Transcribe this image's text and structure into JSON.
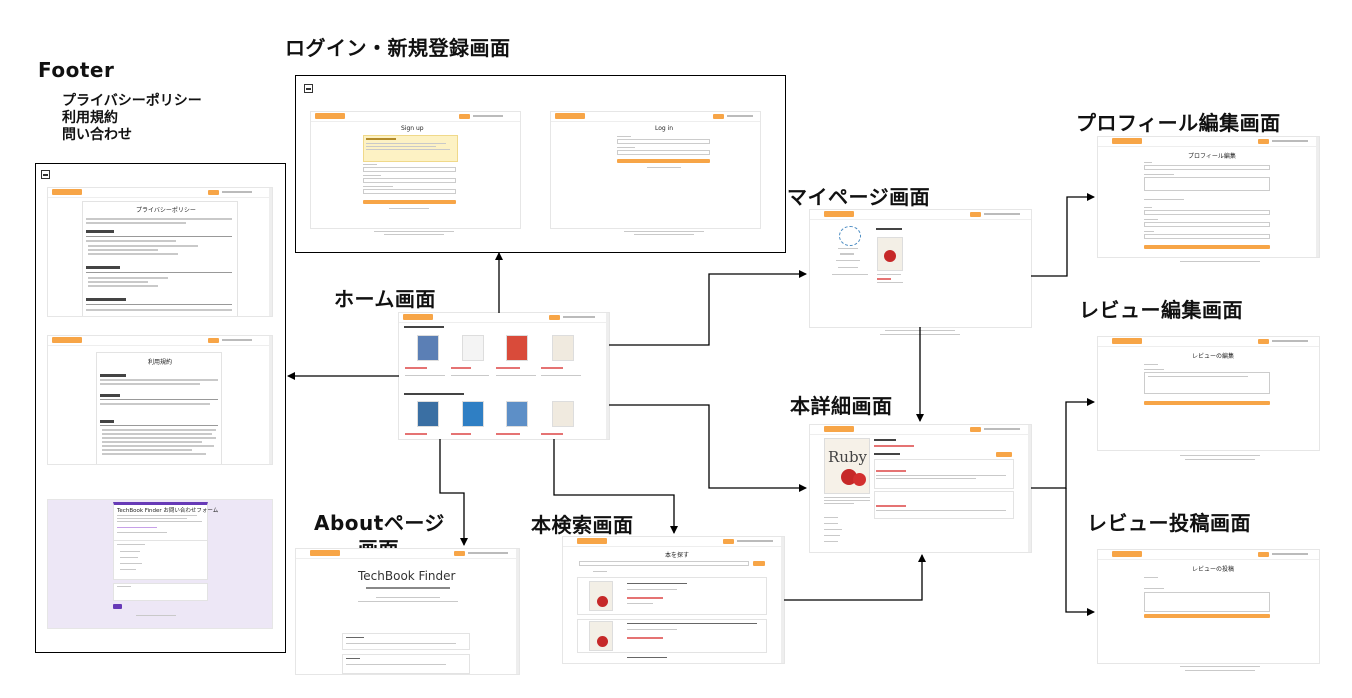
{
  "screens": {
    "footer": {
      "title": "Footer",
      "items": [
        "プライバシーポリシー",
        "利用規約",
        "問い合わせ"
      ]
    },
    "login": {
      "title": "ログイン・新規登録画面",
      "signup_heading": "Sign up",
      "login_heading": "Log in"
    },
    "home": {
      "title": "ホーム画面"
    },
    "mypage": {
      "title": "マイページ画面"
    },
    "profile_edit": {
      "title": "プロフィール編集画面"
    },
    "review_edit": {
      "title": "レビュー編集画面"
    },
    "book_detail": {
      "title": "本詳細画面"
    },
    "review_post": {
      "title": "レビュー投稿画面"
    },
    "about": {
      "title_line1": "Aboutページ",
      "title_line2": "画面",
      "app_name": "TechBook Finder"
    },
    "search": {
      "title": "本検索画面"
    }
  },
  "footer_pages": {
    "privacy_heading": "プライバシーポリシー",
    "terms_heading": "利用規約",
    "form_heading": "TechBook Finder お問い合わせフォーム"
  },
  "inner_labels": {
    "brand": "TechBook Finder",
    "profile_edit_heading": "プロフィール編集",
    "review_edit_heading": "レビューの編集",
    "review_post_heading": "レビューの投稿",
    "search_heading": "本を探す",
    "book_cover_word": "Ruby"
  },
  "colors": {
    "accent": "#f7a547",
    "progress": "#e57373",
    "form_purple": "#673ab7"
  }
}
